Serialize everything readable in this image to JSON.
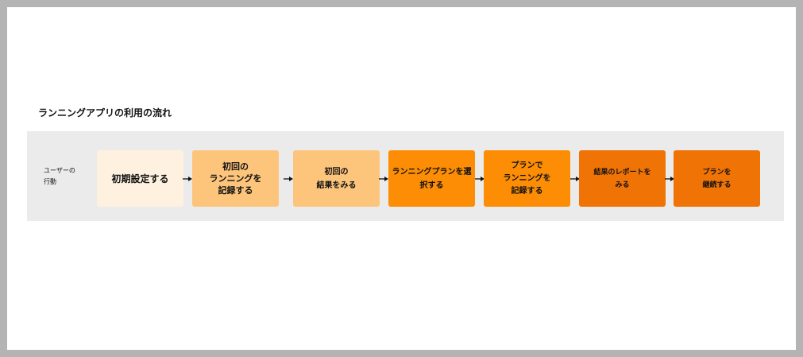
{
  "title": "ランニングアプリの利用の流れ",
  "actor": {
    "lines": [
      "ユーザーの",
      "行動"
    ]
  },
  "steps": [
    {
      "lines": [
        "初期設定する"
      ],
      "color": "#fef1df"
    },
    {
      "lines": [
        "初回の",
        "ランニングを",
        "記録する"
      ],
      "color": "#fdc57b"
    },
    {
      "lines": [
        "初回の",
        "結果をみる"
      ],
      "color": "#fdc57b"
    },
    {
      "lines": [
        "ランニングプランを選",
        "択する"
      ],
      "color": "#fc8d05"
    },
    {
      "lines": [
        "プランで",
        "ランニングを",
        "記録する"
      ],
      "color": "#fc8d05"
    },
    {
      "lines": [
        "結果のレポートを",
        "みる"
      ],
      "color": "#f07306"
    },
    {
      "lines": [
        "プランを",
        "継続する"
      ],
      "color": "#f07306"
    }
  ],
  "colors": {
    "frame": "#b4b4b4",
    "lane": "#ebebeb",
    "arrow": "#111111"
  },
  "arrow_icon": "arrow-right"
}
